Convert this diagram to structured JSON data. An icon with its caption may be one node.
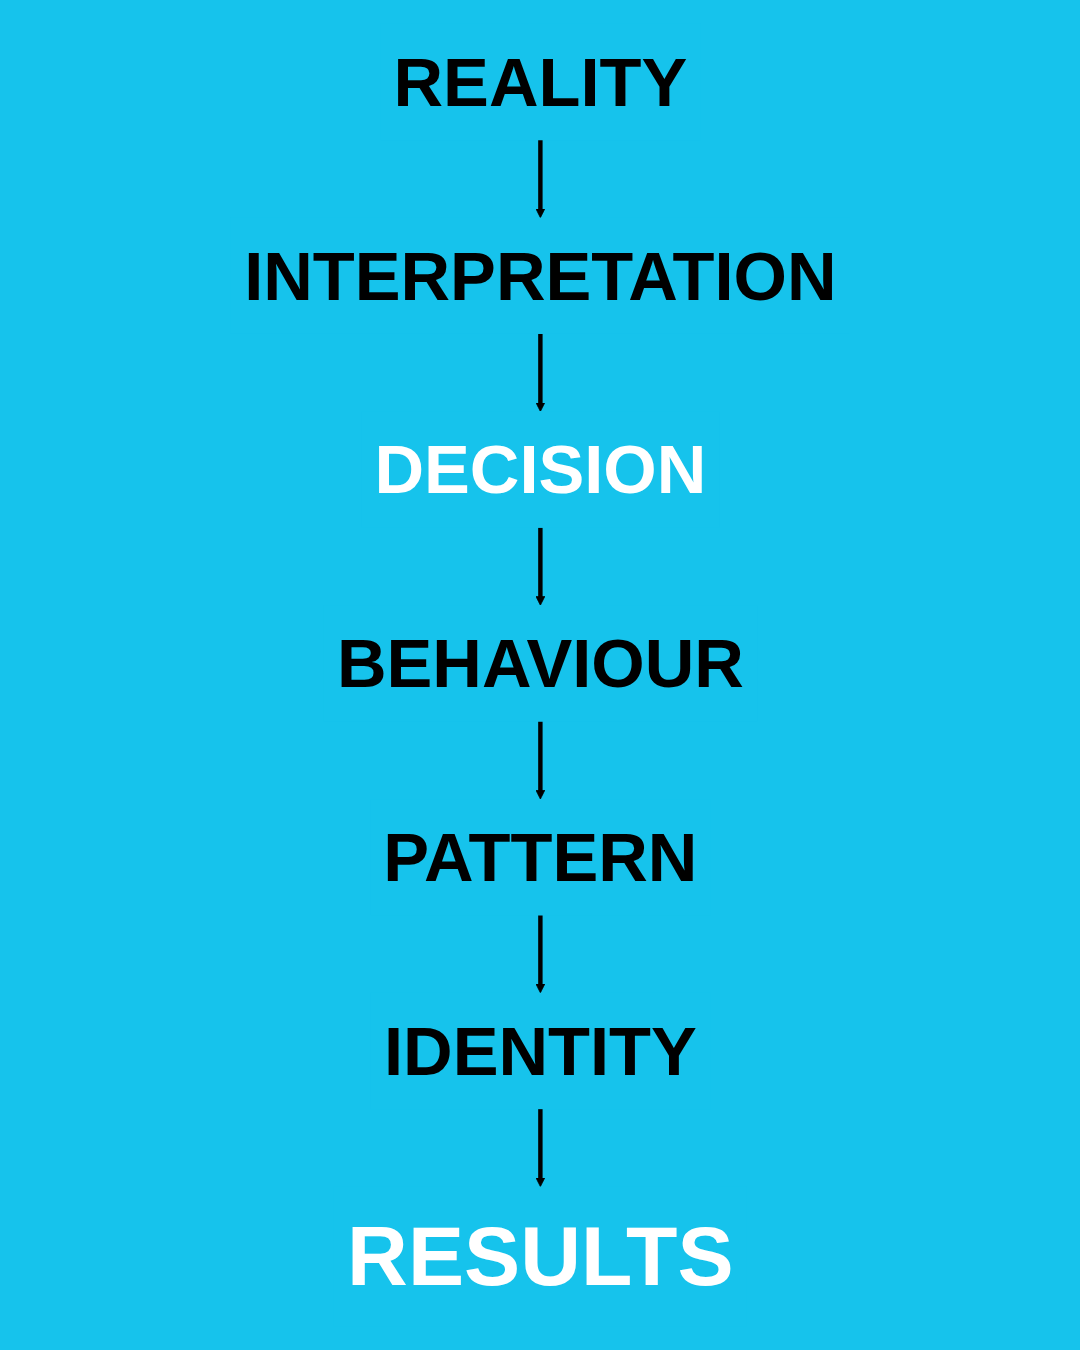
{
  "diagram": {
    "nodes": [
      {
        "text": [
          "REALITY"
        ]
      },
      {
        "text": [
          "INTERPRETATION"
        ]
      },
      {
        "text": [
          "DECISION"
        ]
      },
      {
        "text": [
          "BEHAVIOUR"
        ]
      },
      {
        "text": [
          "PATTERN"
        ]
      },
      {
        "text": [
          "IDENTITY"
        ]
      },
      {
        "text": [
          "RESULTS"
        ]
      }
    ],
    "edges": [
      {
        "from": 0,
        "to": 1,
        "arrow": "to"
      },
      {
        "from": 1,
        "to": 2,
        "arrow": "to"
      },
      {
        "from": 2,
        "to": 3,
        "arrow": "to"
      },
      {
        "from": 3,
        "to": 4,
        "arrow": "to"
      },
      {
        "from": 4,
        "to": 5,
        "arrow": "to"
      },
      {
        "from": 5,
        "to": 6,
        "arrow": "to"
      }
    ]
  }
}
